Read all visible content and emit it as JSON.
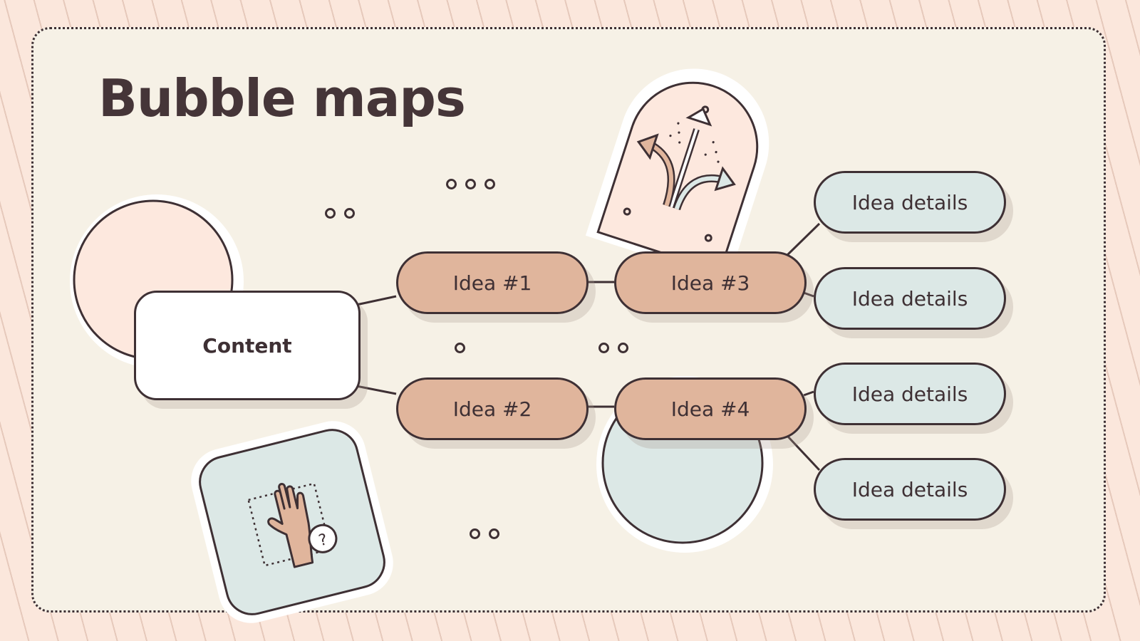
{
  "title": "Bubble maps",
  "center": {
    "label": "Content"
  },
  "ideas": [
    {
      "label": "Idea #1"
    },
    {
      "label": "Idea #2"
    },
    {
      "label": "Idea #3"
    },
    {
      "label": "Idea #4"
    }
  ],
  "details": [
    {
      "label": "Idea details"
    },
    {
      "label": "Idea details"
    },
    {
      "label": "Idea details"
    },
    {
      "label": "Idea details"
    }
  ],
  "illustrations": [
    "branching-arrows-icon",
    "raised-hand-question-icon"
  ],
  "colors": {
    "background": "#fbe7dc",
    "card": "#f6f1e6",
    "idea_fill": "#e0b59c",
    "detail_fill": "#dce8e6",
    "peach_fill": "#fde8de",
    "outline": "#3e3034"
  }
}
